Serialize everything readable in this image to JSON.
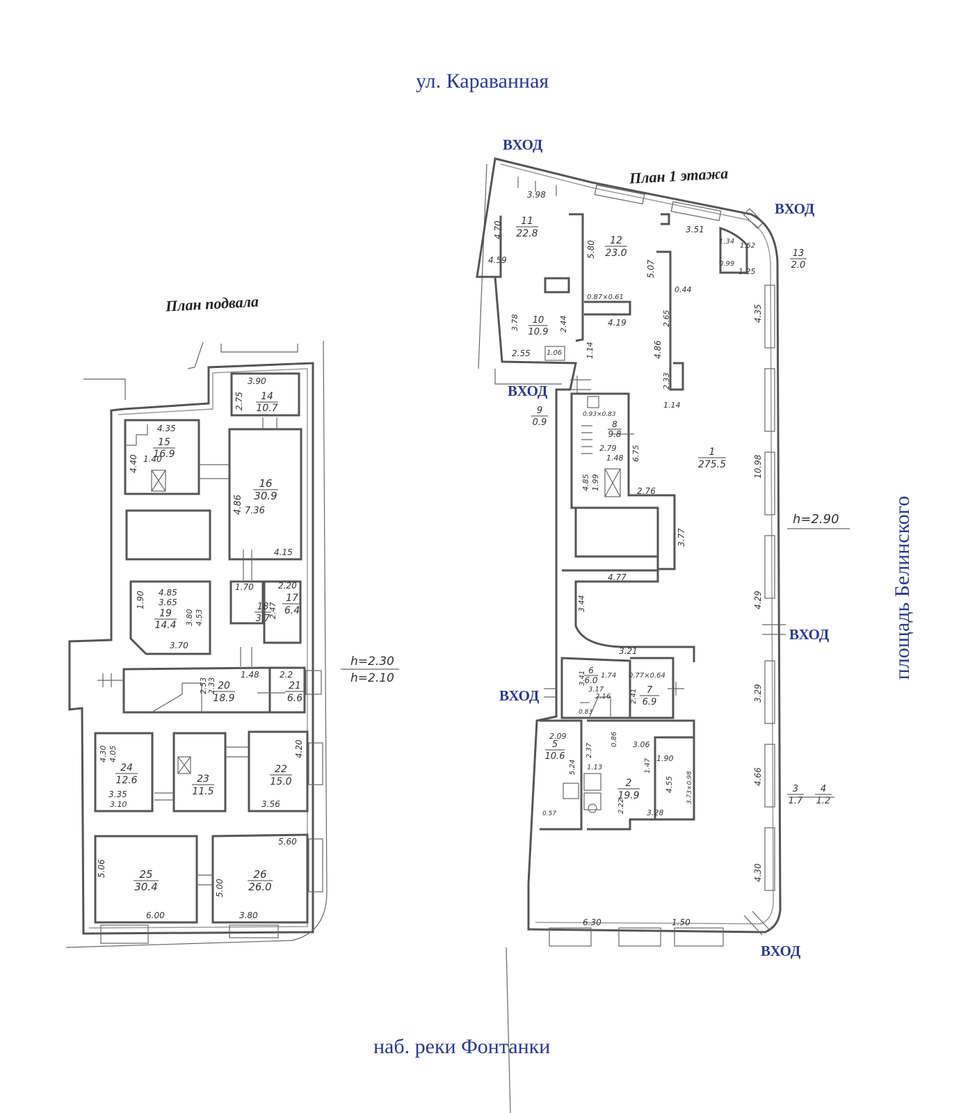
{
  "streets": {
    "top": "ул. Караванная",
    "bottom": "наб. реки Фонтанки",
    "right": "площадь Белинского"
  },
  "plans": {
    "basement_title": "План подвала",
    "first_floor_title": "План 1 этажа"
  },
  "entry_label": "ВХОД",
  "ceiling": {
    "basement_h1": "h=2.30",
    "basement_h2": "h=2.10",
    "first_floor": "h=2.90"
  },
  "basement_rooms": [
    {
      "id": "14",
      "area": "10.7"
    },
    {
      "id": "15",
      "area": "16.9"
    },
    {
      "id": "16",
      "area": "30.9"
    },
    {
      "id": "17",
      "area": "6.4"
    },
    {
      "id": "18",
      "area": "3.7"
    },
    {
      "id": "19",
      "area": "14.4"
    },
    {
      "id": "20",
      "area": "18.9"
    },
    {
      "id": "21",
      "area": "6.6"
    },
    {
      "id": "22",
      "area": "15.0"
    },
    {
      "id": "23",
      "area": "11.5"
    },
    {
      "id": "24",
      "area": "12.6"
    },
    {
      "id": "25",
      "area": "30.4"
    },
    {
      "id": "26",
      "area": "26.0"
    }
  ],
  "basement_dims": [
    "3.90",
    "2.75",
    "4.35",
    "1.40",
    "4.40",
    "4.86",
    "7.36",
    "4.15",
    "1.70",
    "2.20",
    "4.85",
    "3.65",
    "1.90",
    "3.80",
    "4.53",
    "3.70",
    "2.47",
    "1.48",
    "2.2",
    "2.53",
    "2.33",
    "4.30",
    "4.05",
    "3.35",
    "3.10",
    "4.20",
    "3.56",
    "5.60",
    "5.06",
    "6.00",
    "5.00",
    "3.80"
  ],
  "floor1_rooms": [
    {
      "id": "1",
      "area": "275.5"
    },
    {
      "id": "2",
      "area": "19.9"
    },
    {
      "id": "3",
      "area": "1.7"
    },
    {
      "id": "4",
      "area": "1.2"
    },
    {
      "id": "5",
      "area": "10.6"
    },
    {
      "id": "6",
      "area": "6.0"
    },
    {
      "id": "7",
      "area": "6.9"
    },
    {
      "id": "8",
      "area": "9.8"
    },
    {
      "id": "9",
      "area": "0.9"
    },
    {
      "id": "10",
      "area": "10.9"
    },
    {
      "id": "11",
      "area": "22.8"
    },
    {
      "id": "12",
      "area": "23.0"
    },
    {
      "id": "13",
      "area": "2.0"
    }
  ],
  "floor1_dims": [
    "3.98",
    "4.70",
    "4.59",
    "5.80",
    "3.51",
    "1.52",
    "1.34",
    "0.99",
    "1.25",
    "4.35",
    "5.07",
    "0.44",
    "0.87×0.61",
    "4.19",
    "2.44",
    "3.78",
    "2.55",
    "1.06",
    "1.14",
    "4.86",
    "2.65",
    "2.33",
    "1.14",
    "0.93×0.83",
    "2.79",
    "6.75",
    "4.85",
    "1.99",
    "1.48",
    "2.76",
    "3.77",
    "10.98",
    "4.77",
    "3.44",
    "4.29",
    "3.21",
    "3.41",
    "1.74",
    "3.17",
    "2.16",
    "2.41",
    "0.77×0.64",
    "3.29",
    "0.83",
    "2.09",
    "2.37",
    "0.86",
    "3.06",
    "1.47",
    "1.90",
    "1.13",
    "5.24",
    "2.22",
    "4.55",
    "3.73×0.98",
    "3.28",
    "0.57",
    "4.66",
    "6.30",
    "1.50",
    "4.30"
  ]
}
